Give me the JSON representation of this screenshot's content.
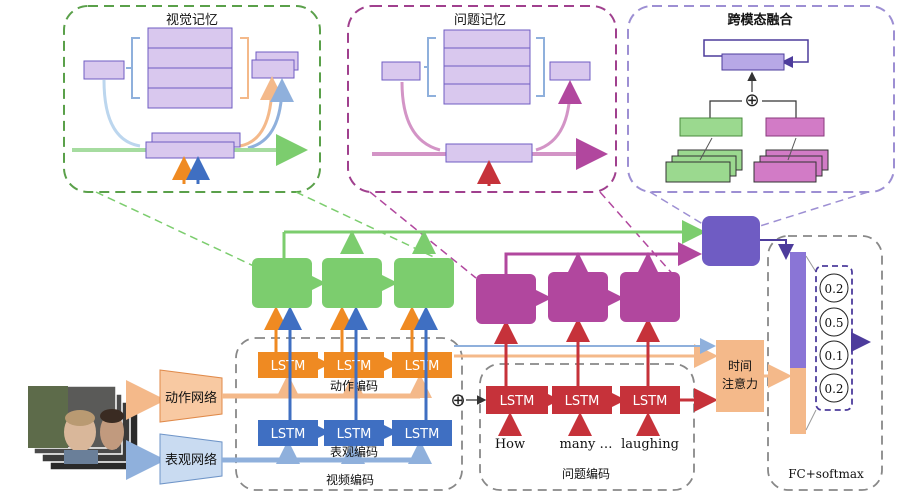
{
  "panels": {
    "visual_memory": "视觉记忆",
    "question_memory": "问题记忆",
    "cross_modal_fusion": "跨模态融合"
  },
  "encoders": {
    "motion_network": "动作网络",
    "appearance_network": "表观网络",
    "lstm_label": "LSTM",
    "motion_encoding": "动作编码",
    "appearance_encoding": "表观编码",
    "video_encoding": "视频编码",
    "question_encoding": "问题编码"
  },
  "question_words": [
    "How",
    "many …",
    "laughing"
  ],
  "temporal_attention": [
    "时间",
    "注意力"
  ],
  "output": {
    "label": "FC+softmax",
    "probabilities": [
      "0.2",
      "0.5",
      "0.1",
      "0.2"
    ]
  },
  "symbols": {
    "plus": "⊕"
  },
  "colors": {
    "green": "#7ccd6e",
    "orange": "#ef8a22",
    "blue": "#3f6fc2",
    "red": "#c6323a",
    "magenta": "#b1479e",
    "purple": "#6f5cc3",
    "lavender": "#d9c8ee",
    "peach": "#f4b98a"
  }
}
